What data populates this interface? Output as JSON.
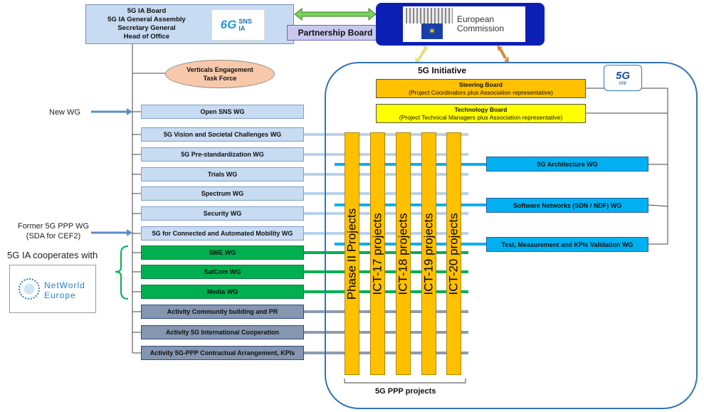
{
  "board": {
    "lines": [
      "5G IA Board",
      "5G IA General Assembly",
      "Secretary General",
      "Head of Office"
    ],
    "logo_text": "6G",
    "logo_sub": "SNS IA"
  },
  "partnership_board": "Partnership Board",
  "commission": {
    "line1": "European",
    "line2": "Commission"
  },
  "verticals": "Verticals Engagement Task Force",
  "initiative": {
    "title": "5G Initiative",
    "logo_text": "5G",
    "logo_sub": "ppp",
    "steering": {
      "title": "Steering Board",
      "sub": "(Project Coordinators plus Association representative)"
    },
    "technology": {
      "title": "Technology Board",
      "sub": "(Project Technical Managers plus Association representative)"
    },
    "projects": [
      "Phase II Projects",
      "ICT-17 projects",
      "ICT-18 projects",
      "ICT-19 projects",
      "ICT-20 projects"
    ],
    "projects_caption": "5G PPP projects",
    "right_wgs": [
      "5G Architecture WG",
      "Software Networks (SDN / NDF) WG",
      "Test, Measurement and KPIs Validation WG"
    ]
  },
  "left_labels": {
    "new_wg": "New WG",
    "former_line1": "Former 5G PPP WG",
    "former_line2": "(SDA for CEF2)",
    "cooperates": "5G IA cooperates with",
    "networld_line1": "NetWorld",
    "networld_line2": "Europe"
  },
  "wgs": [
    "Open SNS WG",
    "5G Vision and Societal Challenges WG",
    "5G Pre-standardization WG",
    "Trials WG",
    "Spectrum WG",
    "Security WG",
    "5G for Connected and Automated Mobility WG",
    "SME WG",
    "SatCom WG",
    "Media WG",
    "Activity Community building and PR",
    "Activity 5G International Cooperation",
    "Activity 5G-PPP Contractual Arrangement, KPIs"
  ],
  "colors": {
    "wg_blue": "#c7dbf2",
    "wg_green": "#00b050",
    "wg_grey": "#8496b0",
    "wg_cyan": "#00b0f0",
    "project_orange": "#ffc000",
    "technology_yellow": "#ffff00",
    "commission_navy": "#0b1fb5"
  }
}
